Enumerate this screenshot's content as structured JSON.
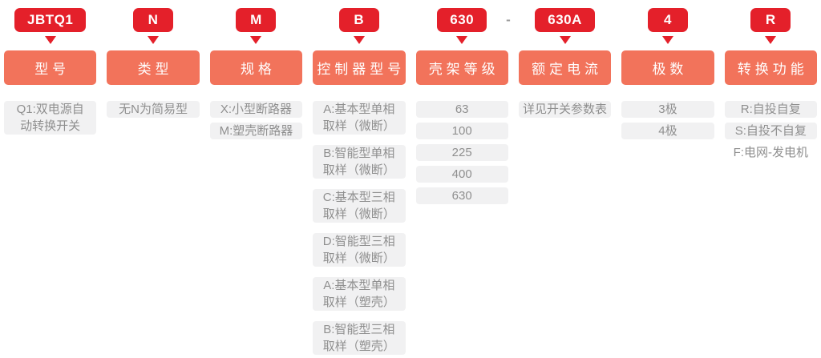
{
  "separator": "-",
  "colors": {
    "badge_red": "#e4202a",
    "header_salmon": "#f2735b",
    "item_bg": "#f1f1f2",
    "item_text": "#8f8f8f",
    "separator_gray": "#9a9a9a"
  },
  "columns": [
    {
      "code": "JBTQ1",
      "label": "型号",
      "items": [
        {
          "text": "Q1:双电源自\n动转换开关"
        }
      ]
    },
    {
      "code": "N",
      "label": "类型",
      "items": [
        {
          "text": "无N为简易型"
        }
      ]
    },
    {
      "code": "M",
      "label": "规格",
      "items": [
        {
          "text": "X:小型断路器"
        },
        {
          "text": "M:塑壳断路器"
        }
      ]
    },
    {
      "code": "B",
      "label": "控制器型号",
      "items": [
        {
          "text": "A:基本型单相\n取样（微断）"
        },
        {
          "text": "B:智能型单相\n取样（微断）"
        },
        {
          "text": "C:基本型三相\n取样（微断）"
        },
        {
          "text": "D:智能型三相\n取样（微断）"
        },
        {
          "text": "A:基本型单相\n取样（塑壳）"
        },
        {
          "text": "B:智能型三相\n取样（塑壳）"
        }
      ]
    },
    {
      "code": "630",
      "label": "壳架等级",
      "items": [
        {
          "text": "63"
        },
        {
          "text": "100"
        },
        {
          "text": "225"
        },
        {
          "text": "400"
        },
        {
          "text": "630"
        }
      ]
    },
    {
      "code": "630A",
      "label": "额定电流",
      "items": [
        {
          "text": "详见开关参数表"
        }
      ]
    },
    {
      "code": "4",
      "label": "极数",
      "items": [
        {
          "text": "3极"
        },
        {
          "text": "4极"
        }
      ]
    },
    {
      "code": "R",
      "label": "转换功能",
      "items": [
        {
          "text": "R:自投自复"
        },
        {
          "text": "S:自投不自复"
        },
        {
          "text": "F:电网-发电机",
          "plain": true
        }
      ]
    }
  ]
}
